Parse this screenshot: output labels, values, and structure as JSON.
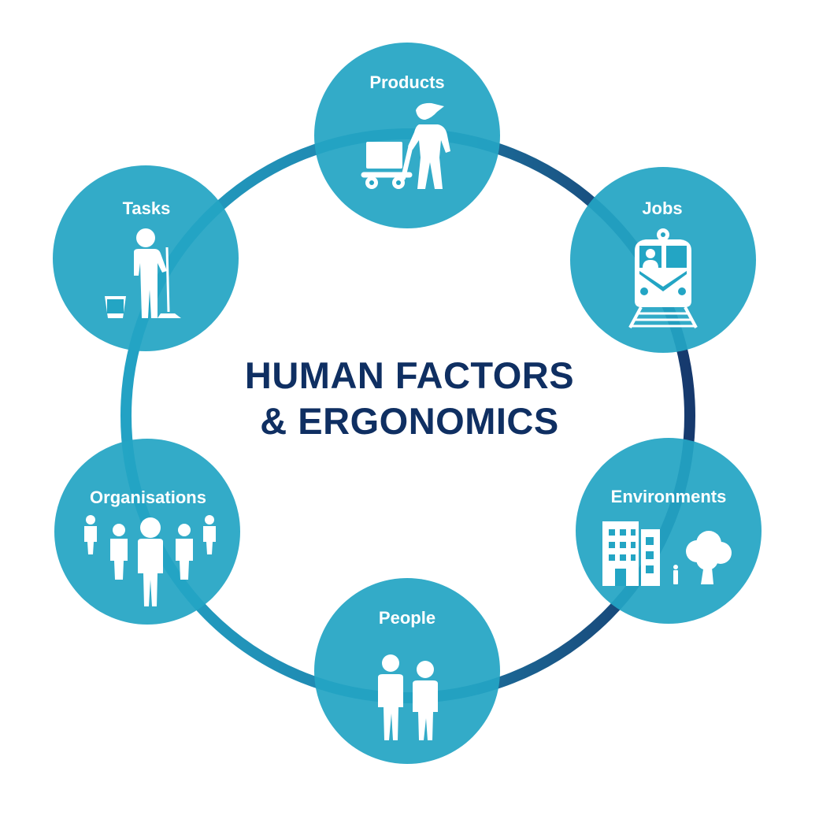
{
  "title": {
    "line1": "HUMAN FACTORS",
    "line2": "& ERGONOMICS"
  },
  "colors": {
    "node": "#23a5c4",
    "ring_light": "#23a2c4",
    "ring_dark": "#16396d",
    "title": "#0f2f62",
    "icon": "#ffffff"
  },
  "nodes": [
    {
      "key": "products",
      "label": "Products",
      "icon": "person-pushing-cart-icon"
    },
    {
      "key": "jobs",
      "label": "Jobs",
      "icon": "train-driver-icon"
    },
    {
      "key": "environments",
      "label": "Environments",
      "icon": "building-tree-icon"
    },
    {
      "key": "people",
      "label": "People",
      "icon": "two-people-icon"
    },
    {
      "key": "organisations",
      "label": "Organisations",
      "icon": "group-of-people-icon"
    },
    {
      "key": "tasks",
      "label": "Tasks",
      "icon": "cleaner-with-mop-icon"
    }
  ]
}
